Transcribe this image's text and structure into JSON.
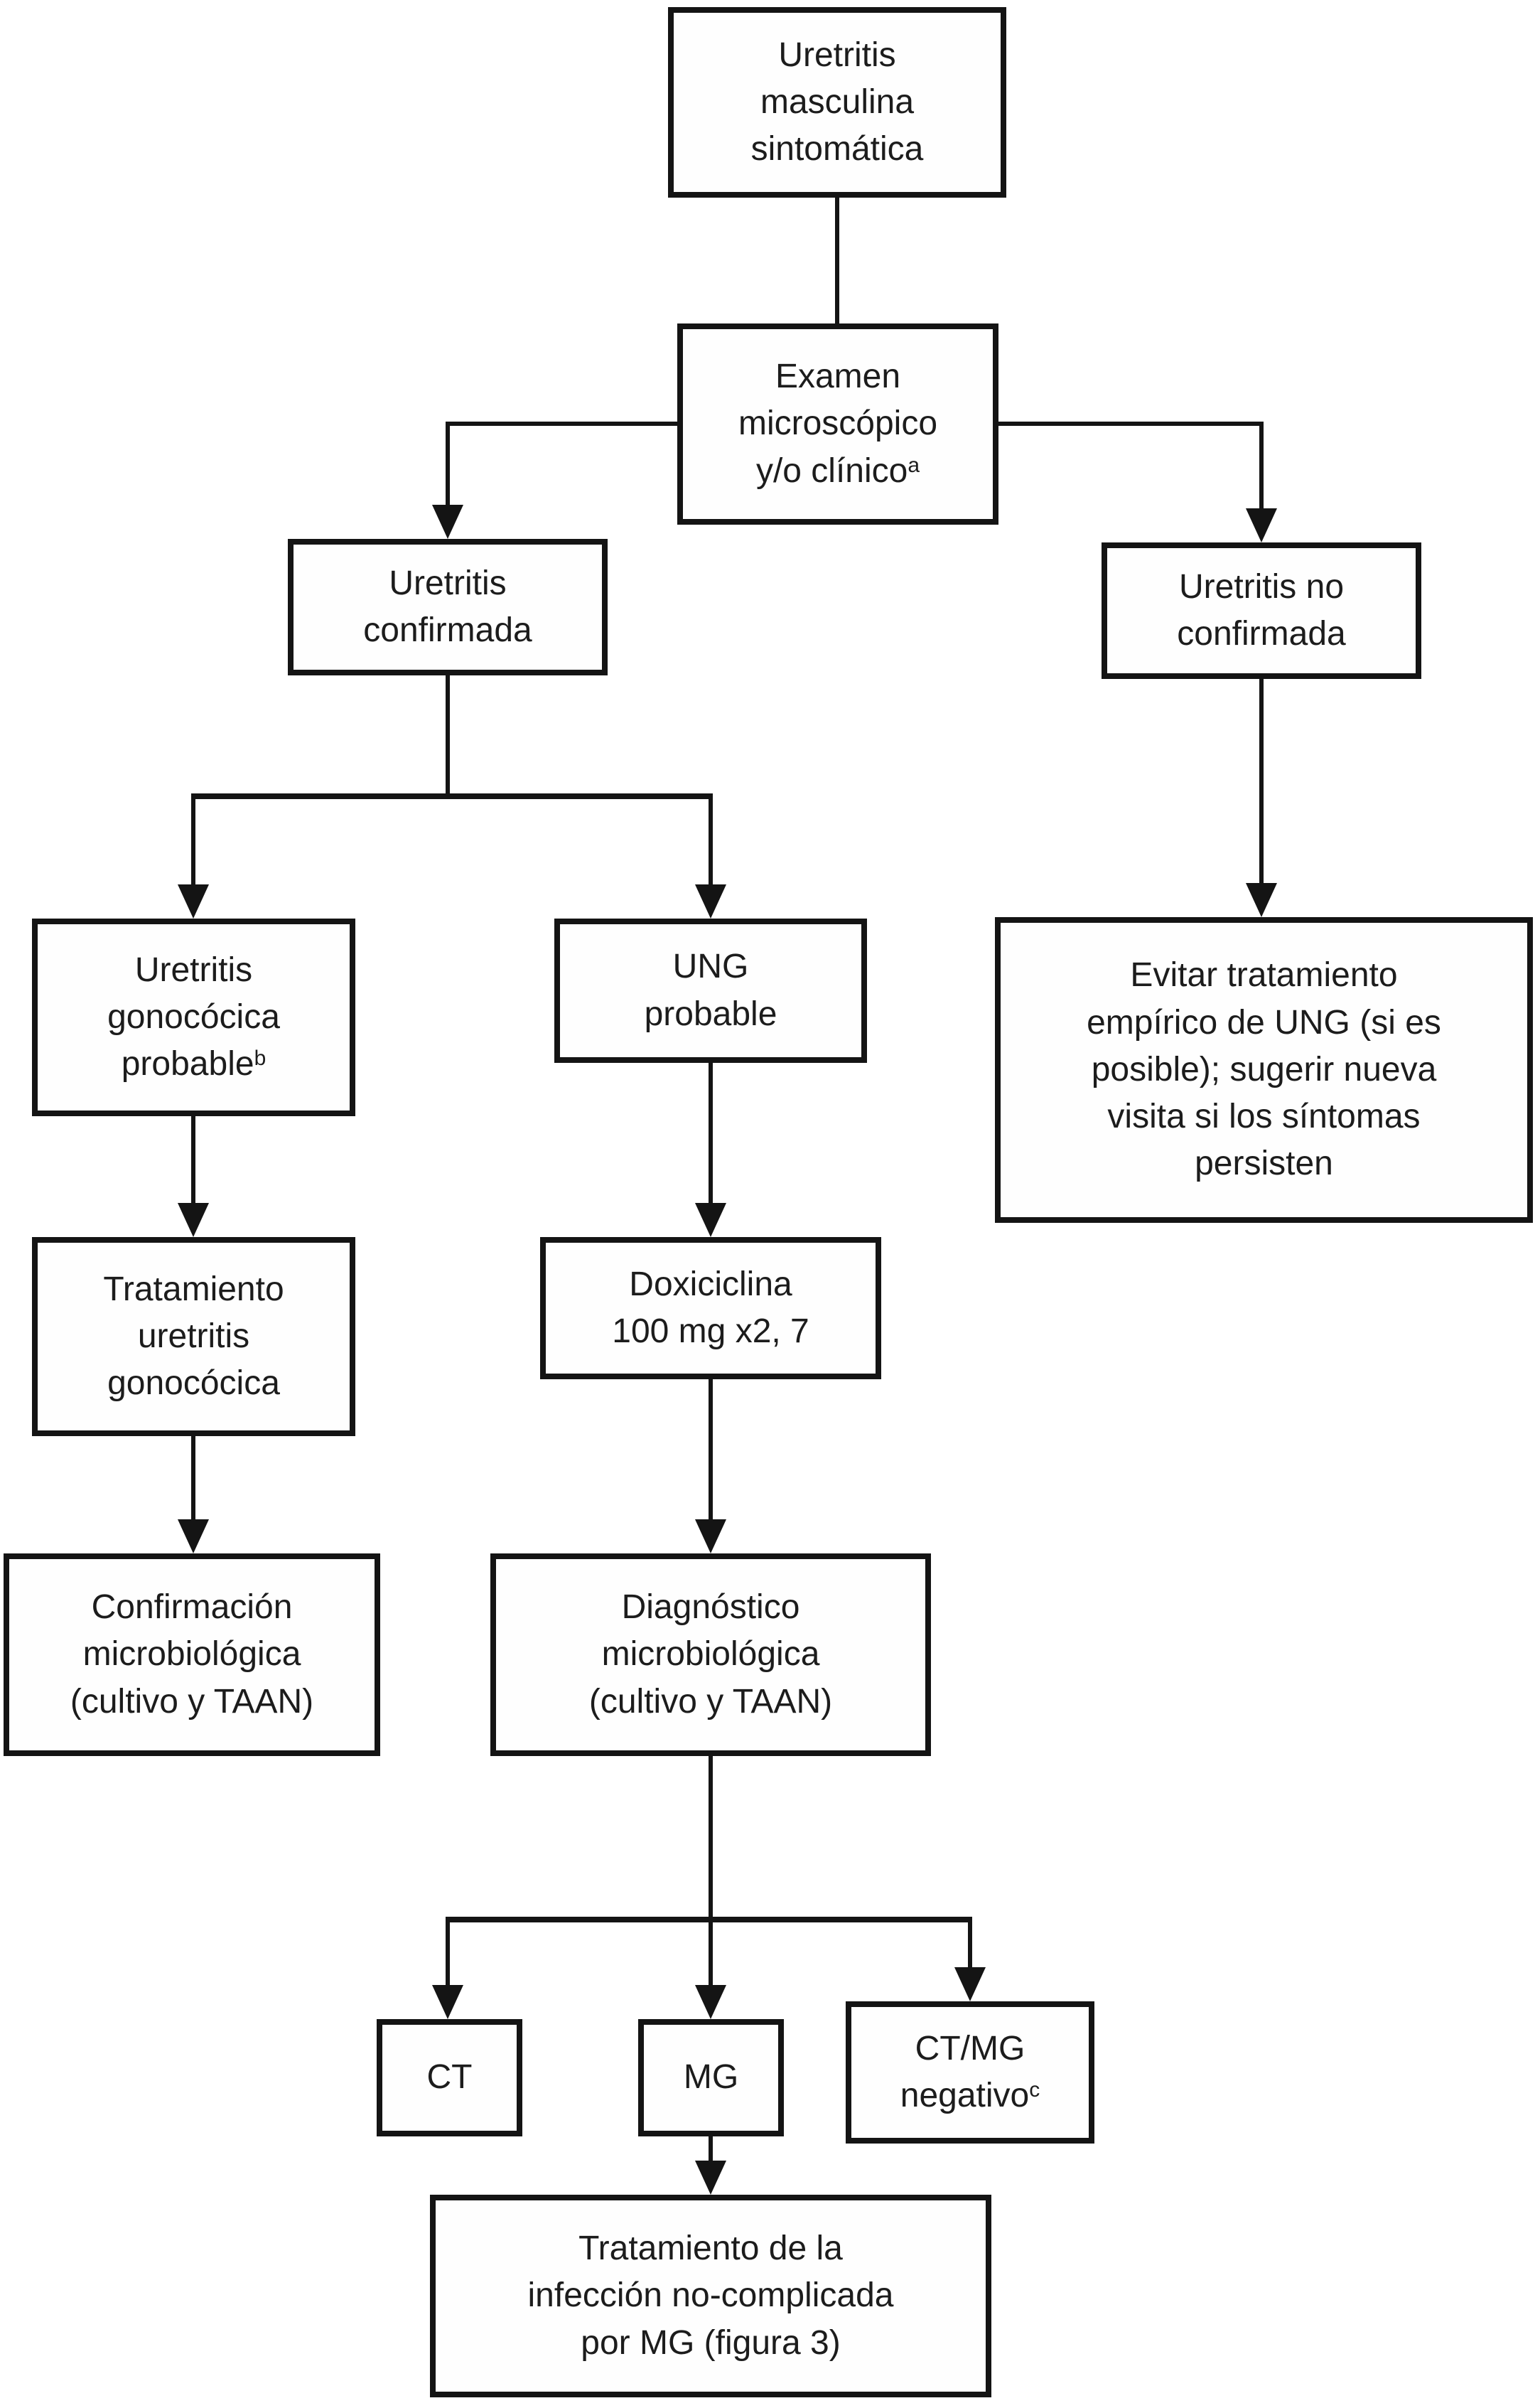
{
  "figure": {
    "type": "flowchart",
    "language": "es",
    "background_color": "#ffffff",
    "box_border_color": "#141414",
    "line_color": "#141414",
    "text_color": "#1c1c1c"
  },
  "nodes": {
    "start": {
      "lines": [
        "Uretritis",
        "masculina",
        "sintomática"
      ]
    },
    "examen": {
      "lines": [
        "Examen",
        "microscópico",
        "y/o clínico"
      ],
      "sup": "a"
    },
    "confirmada": {
      "lines": [
        "Uretritis",
        "confirmada"
      ]
    },
    "no_confirmada": {
      "lines": [
        "Uretritis no",
        "confirmada"
      ]
    },
    "gonococica": {
      "lines": [
        "Uretritis",
        "gonocócica",
        "probable"
      ],
      "sup": "b"
    },
    "ung": {
      "lines": [
        "UNG",
        "probable"
      ]
    },
    "evitar": {
      "lines": [
        "Evitar tratamiento",
        "empírico de UNG (si es",
        "posible); sugerir nueva",
        "visita si los síntomas",
        "persisten"
      ]
    },
    "trat_gono": {
      "lines": [
        "Tratamiento",
        "uretritis",
        "gonocócica"
      ]
    },
    "doxiciclina": {
      "lines": [
        "Doxiciclina",
        "100 mg x2, 7"
      ]
    },
    "confirmacion_micro": {
      "lines": [
        "Confirmación",
        "microbiológica",
        "(cultivo y TAAN)"
      ]
    },
    "diagnostico_micro": {
      "lines": [
        "Diagnóstico",
        "microbiológica",
        "(cultivo y TAAN)"
      ]
    },
    "ct": {
      "lines": [
        "CT"
      ]
    },
    "mg": {
      "lines": [
        "MG"
      ]
    },
    "ctmg_negativo": {
      "lines": [
        "CT/MG",
        "negativo"
      ],
      "sup": "c"
    },
    "final": {
      "lines": [
        "Tratamiento de la",
        "infección no-complicada",
        "por MG (figura 3)"
      ]
    }
  }
}
